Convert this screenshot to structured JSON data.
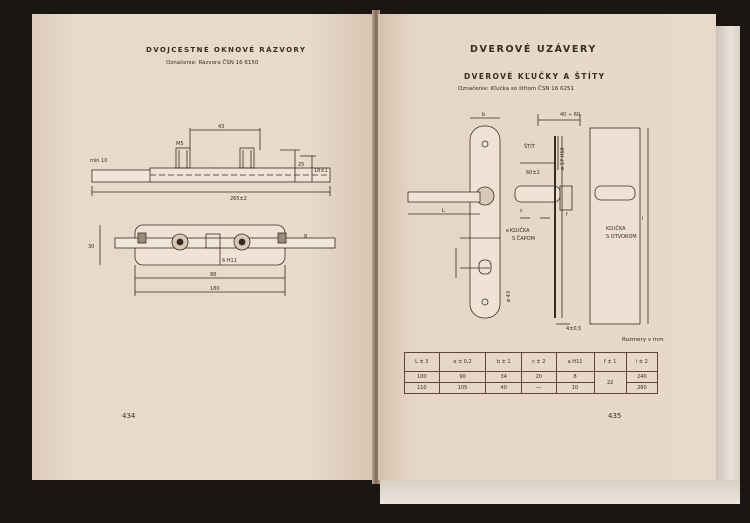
{
  "left_page": {
    "title": "DVOJCESTNÉ OKNOVÉ RÁZVORY",
    "designation": "Označenie: Rázvora ČSN 16 6150",
    "page_number": "434",
    "drawing_labels": {
      "d43": "43",
      "m5": "M5",
      "min10": "min 10",
      "d25": "25",
      "d18": "18±1",
      "d265": "265±2",
      "d30": "30",
      "d8": "8",
      "d6h11": "6 H11",
      "d88": "88",
      "d180": "180"
    }
  },
  "right_page": {
    "title": "DVEROVÉ UZÁVERY",
    "subtitle": "DVEROVÉ KĽUČKY A ŠTÍTY",
    "designation": "Označenie: Kľučka so štítom ČSN 16 6251",
    "page_number": "435",
    "drawing_labels": {
      "b": "b",
      "d40_60": "40 ÷ 60",
      "stit": "ŠTÍT",
      "d17h10": "ø 17 H10",
      "d60": "60±2",
      "l": "L",
      "c": "c",
      "e": "e",
      "f": "f",
      "i": "i",
      "klucka_capom": [
        "KĽUČKA",
        "S ČAPOM"
      ],
      "klucka_otvorom": [
        "KĽUČKA",
        "S OTVOROM"
      ],
      "d43": "ø 43",
      "d4": "4±0,5"
    },
    "units_note": "Rozmery v mm",
    "table": {
      "headers": [
        "L ± 3",
        "e ± 0,2",
        "b ± 1",
        "c ± 2",
        "a H11",
        "f ± 1",
        "i ± 2"
      ],
      "rows": [
        [
          "100",
          "90",
          "34",
          "20",
          "8",
          "22",
          "240"
        ],
        [
          "110",
          "105",
          "40",
          "—",
          "10",
          "",
          "280"
        ]
      ]
    }
  }
}
